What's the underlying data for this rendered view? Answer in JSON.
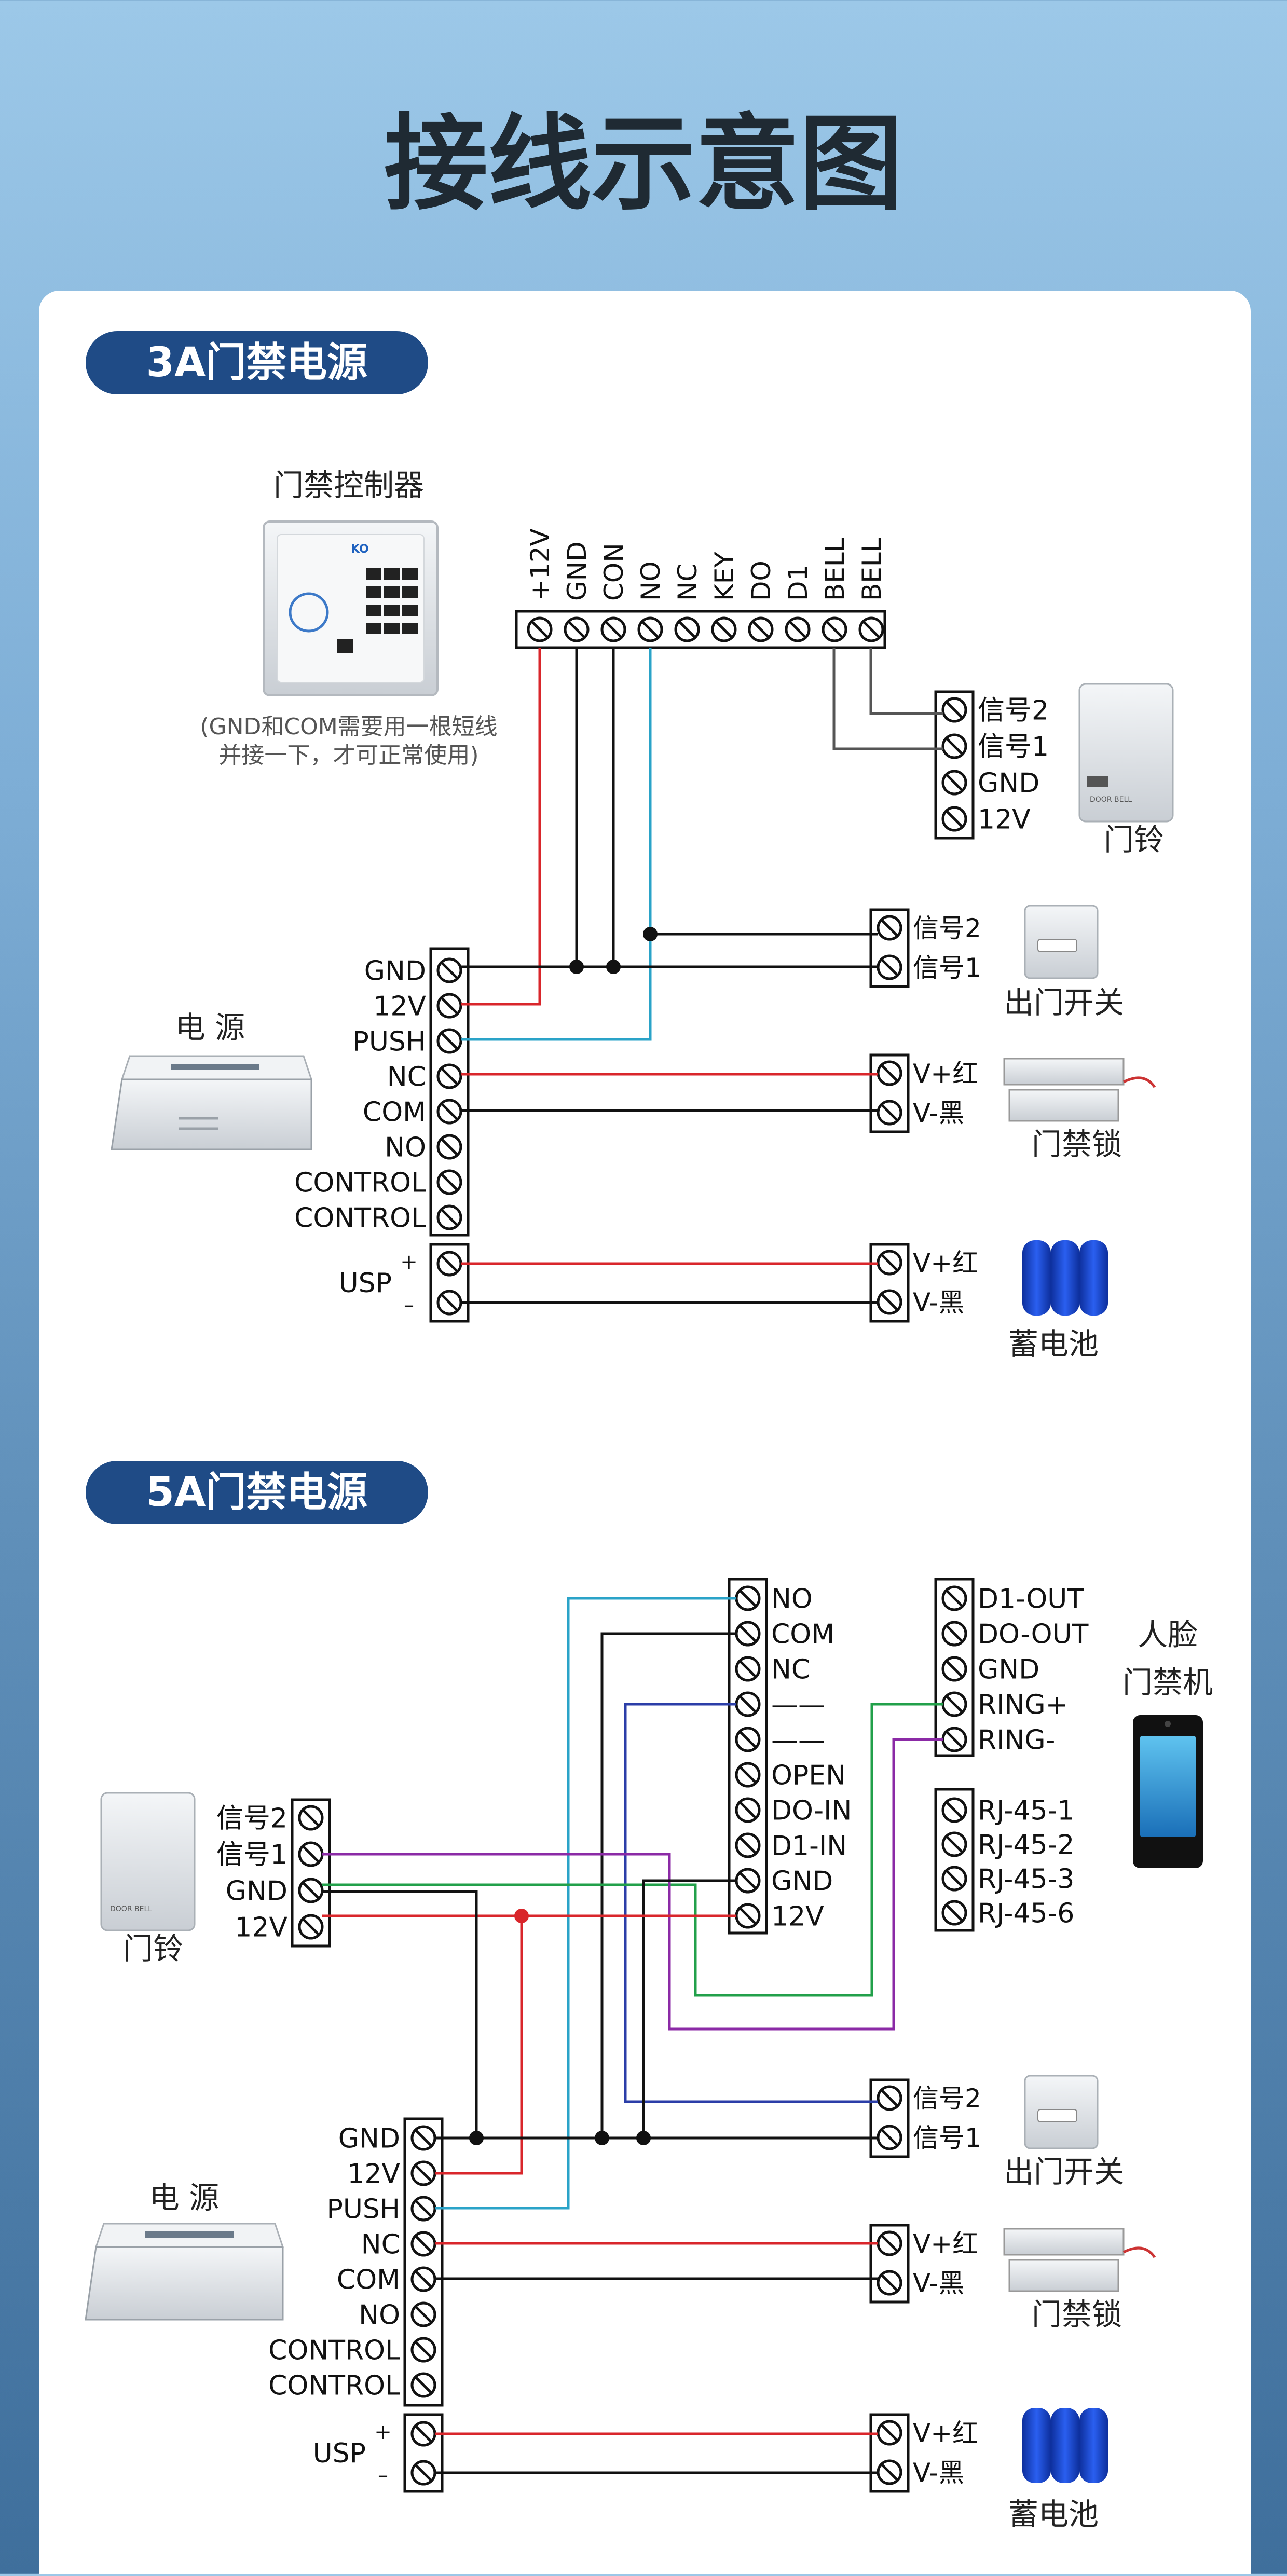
{
  "page": {
    "title": "接线示意图"
  },
  "colors": {
    "red": "#d9262b",
    "black": "#111111",
    "blue": "#2aa3c8",
    "green": "#22a04a",
    "purple": "#8b2aa6",
    "navy": "#2b3ea8",
    "badge": "#1f4b86"
  },
  "section1": {
    "badge": "3A门禁电源",
    "controller": {
      "label": "门禁控制器",
      "note_line1": "(GND和COM需要用一根短线",
      "note_line2": "并接一下，才可正常使用)"
    },
    "controller_terminals": [
      "+12V",
      "GND",
      "CON",
      "NO",
      "NC",
      "KEY",
      "DO",
      "D1",
      "BELL",
      "BELL"
    ],
    "psu": {
      "label": "电 源",
      "terminals": [
        "GND",
        "12V",
        "PUSH",
        "NC",
        "COM",
        "NO",
        "CONTROL",
        "CONTROL"
      ],
      "usp_label": "USP",
      "usp_plus": "+",
      "usp_minus": "–"
    },
    "doorbell": {
      "terminals": [
        "信号2",
        "信号1",
        "GND",
        "12V"
      ],
      "label": "门铃"
    },
    "exit_switch": {
      "terminals": [
        "信号2",
        "信号1"
      ],
      "label": "出门开关"
    },
    "lock": {
      "terminals": [
        "V+红",
        "V-黑"
      ],
      "label": "门禁锁"
    },
    "battery": {
      "terminals": [
        "V+红",
        "V-黑"
      ],
      "label": "蓄电池"
    }
  },
  "section2": {
    "badge": "5A门禁电源",
    "controller_terminals": [
      "NO",
      "COM",
      "NC",
      "——",
      "——",
      "OPEN",
      "DO-IN",
      "D1-IN",
      "GND",
      "12V"
    ],
    "face_terminals_a": [
      "D1-OUT",
      "DO-OUT",
      "GND",
      "RING+",
      "RING-"
    ],
    "face_terminals_b": [
      "RJ-45-1",
      "RJ-45-2",
      "RJ-45-3",
      "RJ-45-6"
    ],
    "face_label_1": "人脸",
    "face_label_2": "门禁机",
    "doorbell": {
      "terminals": [
        "信号2",
        "信号1",
        "GND",
        "12V"
      ],
      "label": "门铃"
    },
    "psu": {
      "label": "电 源",
      "terminals": [
        "GND",
        "12V",
        "PUSH",
        "NC",
        "COM",
        "NO",
        "CONTROL",
        "CONTROL"
      ],
      "usp_label": "USP",
      "usp_plus": "+",
      "usp_minus": "–"
    },
    "exit_switch": {
      "terminals": [
        "信号2",
        "信号1"
      ],
      "label": "出门开关"
    },
    "lock": {
      "terminals": [
        "V+红",
        "V-黑"
      ],
      "label": "门禁锁"
    },
    "battery": {
      "terminals": [
        "V+红",
        "V-黑"
      ],
      "label": "蓄电池"
    }
  }
}
